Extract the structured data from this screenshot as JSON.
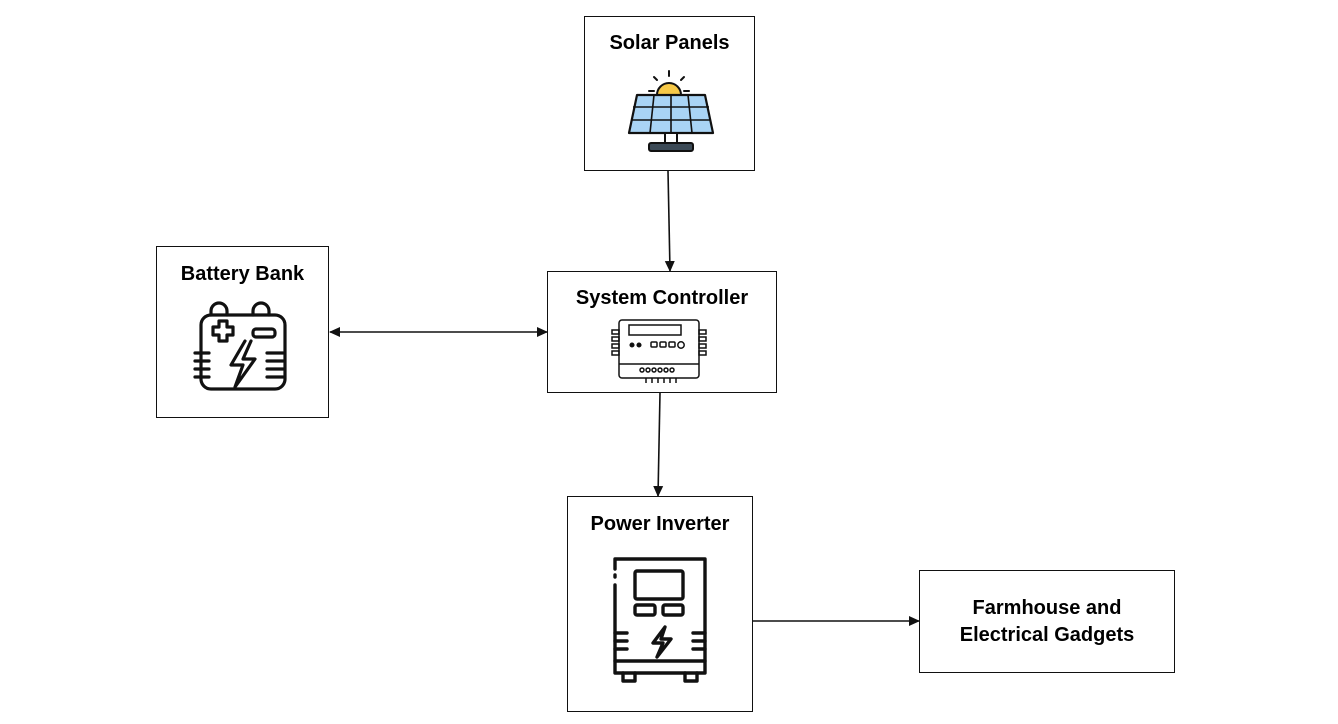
{
  "nodes": {
    "solar": {
      "title": "Solar Panels",
      "icon": "solar-panel-icon"
    },
    "controller": {
      "title": "System Controller",
      "icon": "charge-controller-icon"
    },
    "battery": {
      "title": "Battery Bank",
      "icon": "battery-icon"
    },
    "inverter": {
      "title": "Power Inverter",
      "icon": "inverter-icon"
    },
    "load": {
      "title_line1": "Farmhouse and",
      "title_line2": "Electrical Gadgets"
    }
  },
  "edges": [
    {
      "from": "solar",
      "to": "controller",
      "direction": "forward"
    },
    {
      "from": "controller",
      "to": "battery",
      "direction": "both"
    },
    {
      "from": "controller",
      "to": "inverter",
      "direction": "forward"
    },
    {
      "from": "inverter",
      "to": "load",
      "direction": "forward"
    }
  ],
  "colors": {
    "stroke": "#111111",
    "panel_blue": "#a9d4f5",
    "sun_yellow": "#f7c948"
  }
}
